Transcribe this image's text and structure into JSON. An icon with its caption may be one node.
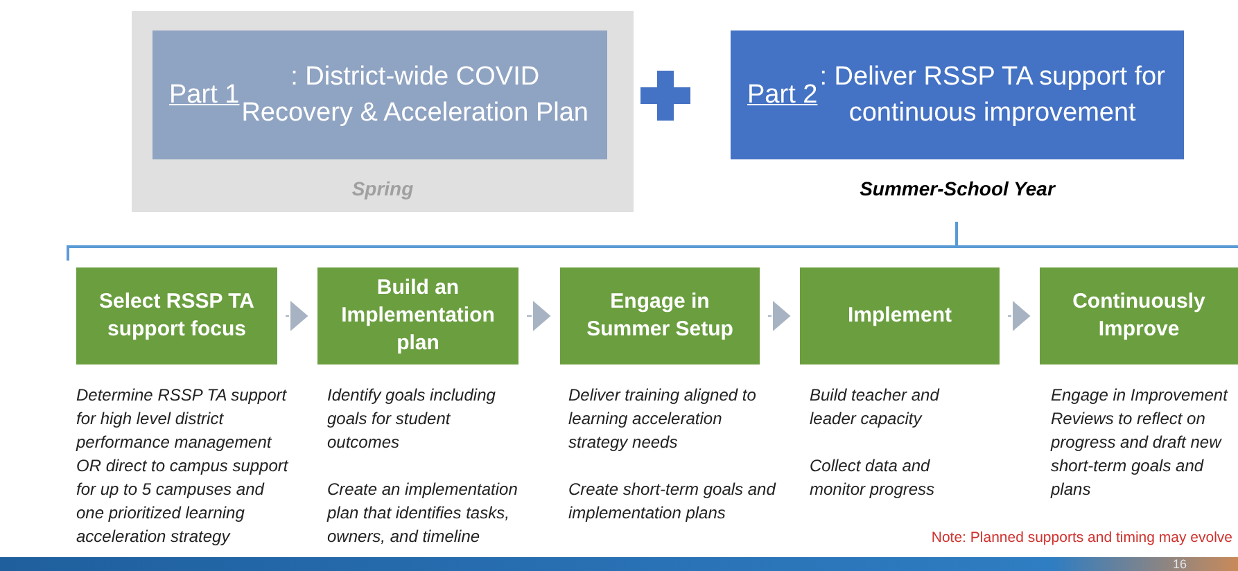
{
  "diagram": {
    "nodes": [
      {
        "text": [
          "Spring"
        ]
      },
      {
        "text": [
          "Part 1: District-wide COVID Recovery & Acceleration Plan"
        ],
        "in": 0
      },
      {
        "text": [
          "Part 2: Deliver RSSP TA support for continuous improvement"
        ],
        "beside": [
          "Summer-School Year"
        ]
      },
      {
        "text": [
          "Select RSSP TA support focus"
        ],
        "beside": [
          "Determine RSSP TA support for high level district performance management OR direct to campus support for up to 5 campuses and one prioritized learning acceleration strategy"
        ]
      },
      {
        "text": [
          "Build an Implementation plan"
        ],
        "beside": [
          "Identify goals including goals for student outcomes",
          "Create an implementation plan that identifies tasks, owners, and timeline"
        ]
      },
      {
        "text": [
          "Engage in Summer Setup"
        ],
        "beside": [
          "Deliver training aligned to learning acceleration strategy needs",
          "Create short-term goals and implementation plans"
        ]
      },
      {
        "text": [
          "Implement"
        ],
        "beside": [
          "Build teacher and leader capacity",
          "Collect data and monitor progress"
        ]
      },
      {
        "text": [
          "Continuously Improve"
        ],
        "beside": [
          "Engage in Improvement Reviews to reflect on progress and draft new short-term goals and plans"
        ]
      }
    ],
    "edges": [
      {
        "from": 3,
        "to": 4,
        "arrow": "to"
      },
      {
        "from": 4,
        "to": 5,
        "arrow": "to"
      },
      {
        "from": 5,
        "to": 6,
        "arrow": "to"
      },
      {
        "from": 6,
        "to": 7,
        "arrow": "to"
      }
    ],
    "labels": [
      "Note: Planned supports and timing may evolve",
      "16"
    ]
  }
}
